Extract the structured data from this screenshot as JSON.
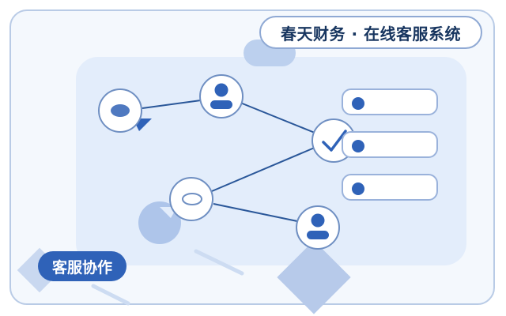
{
  "header": {
    "title": "春天财务 · 在线客服系统"
  },
  "badge": {
    "label": "客服协作"
  },
  "colors": {
    "accent": "#2f62b8",
    "line": "#2a5799",
    "panel": "#e3edfb",
    "frame": "#b9cbe6",
    "title_text": "#17355f"
  },
  "icons": {
    "nodes": [
      "chat-bubble-icon",
      "user-icon",
      "checkmark-icon",
      "chat-bubble-outline-icon",
      "user-icon"
    ],
    "list_bullet": "dot-icon"
  },
  "list": {
    "count_visible": 3
  }
}
